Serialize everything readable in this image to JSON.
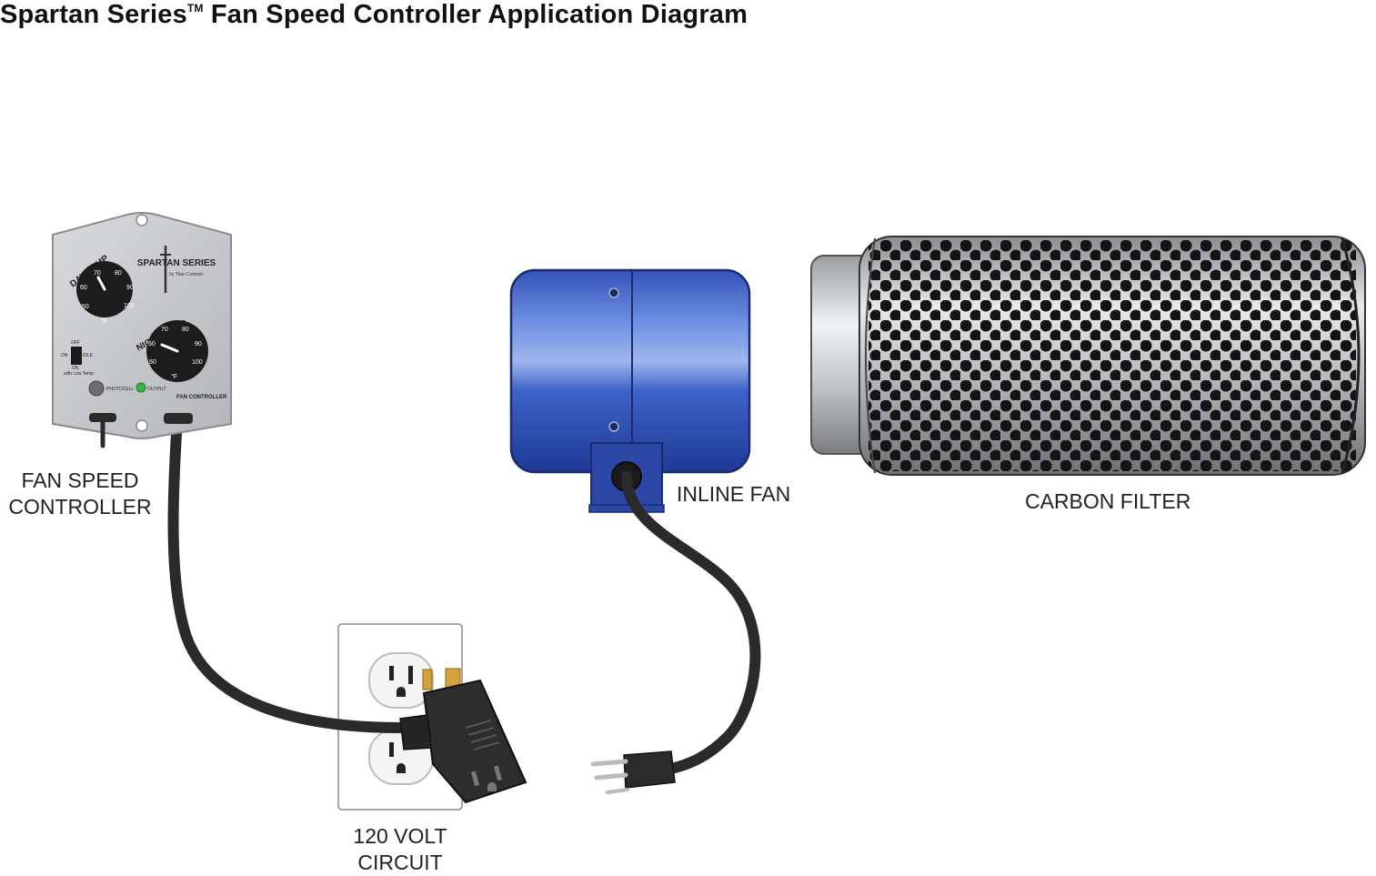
{
  "title": {
    "text": "Spartan Series",
    "tm": "TM",
    "rest": " Fan Speed Controller Application Diagram"
  },
  "labels": {
    "controller_line1": "FAN SPEED",
    "controller_line2": "CONTROLLER",
    "inline_fan": "INLINE FAN",
    "carbon_filter": "CARBON FILTER",
    "circuit_line1": "120 VOLT",
    "circuit_line2": "CIRCUIT"
  },
  "controller": {
    "brand": "SPARTAN SERIES",
    "brand_sub": "by Titan Controls",
    "day_dial_label": "DAY TEMP",
    "night_dial_label": "NIGHT TEMP",
    "day_ticks": [
      "50",
      "60",
      "70",
      "80",
      "90",
      "100"
    ],
    "night_ticks": [
      "50",
      "60",
      "70",
      "80",
      "90",
      "100"
    ],
    "unit": "°F",
    "switch_off": "OFF",
    "switch_on": "ON",
    "switch_idle": "IDLE",
    "switch_on2": "ON",
    "switch_low": "with Low Temp",
    "photocell": "PHOTOCELL",
    "output": "OUTPUT",
    "model": "FAN CONTROLLER"
  },
  "colors": {
    "fan_blue": "#2e4fb0",
    "cord": "#2a2a2a",
    "controller_body": "#c8cacd",
    "led_green": "#3cb34a"
  }
}
